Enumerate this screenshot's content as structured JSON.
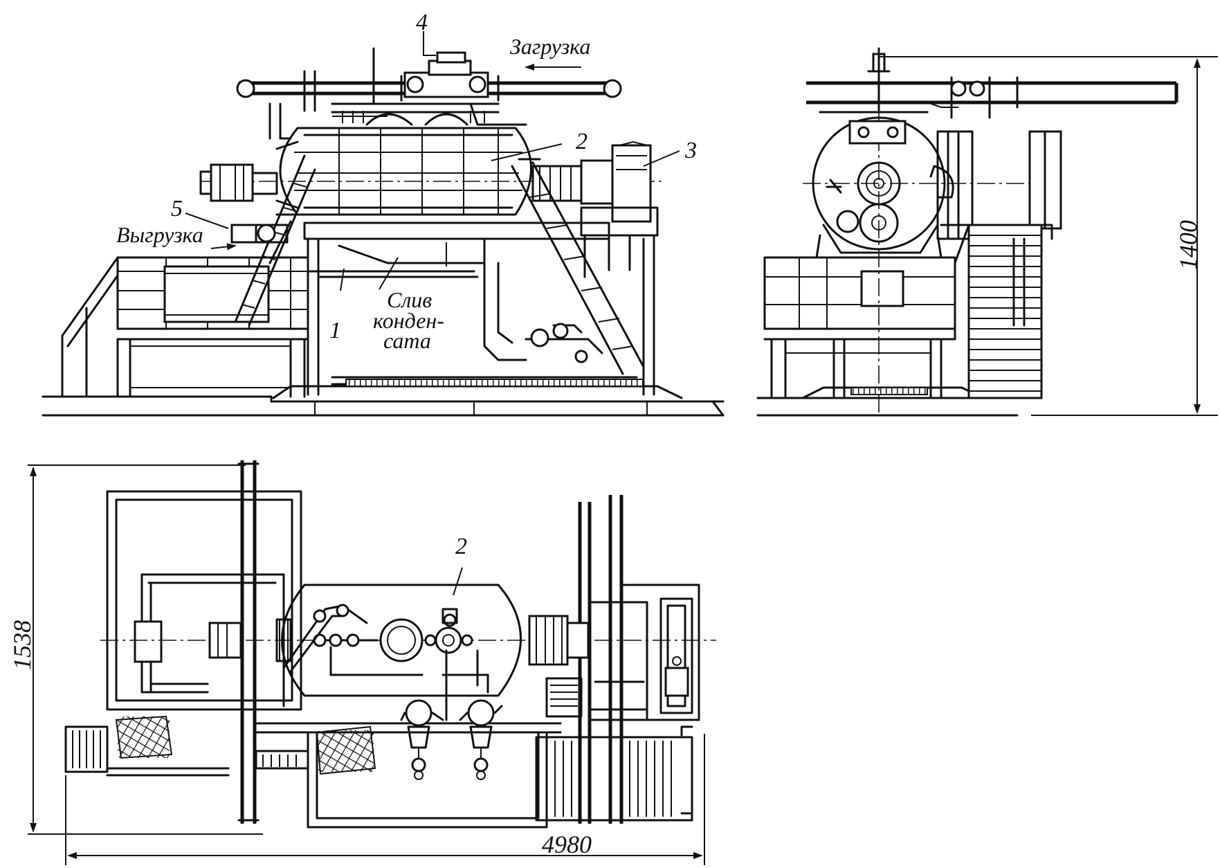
{
  "labels": {
    "loading": "Загрузка",
    "unloading": "Выгрузка",
    "condensate_line1": "Слив",
    "condensate_line2": "конден-",
    "condensate_line3": "сата"
  },
  "callouts": {
    "base": "1",
    "drum": "2",
    "drive": "3",
    "loading_valve": "4",
    "unloading_valve": "5",
    "drum_plan": "2"
  },
  "dimensions": {
    "height": "1400",
    "width": "1538",
    "length": "4980"
  }
}
